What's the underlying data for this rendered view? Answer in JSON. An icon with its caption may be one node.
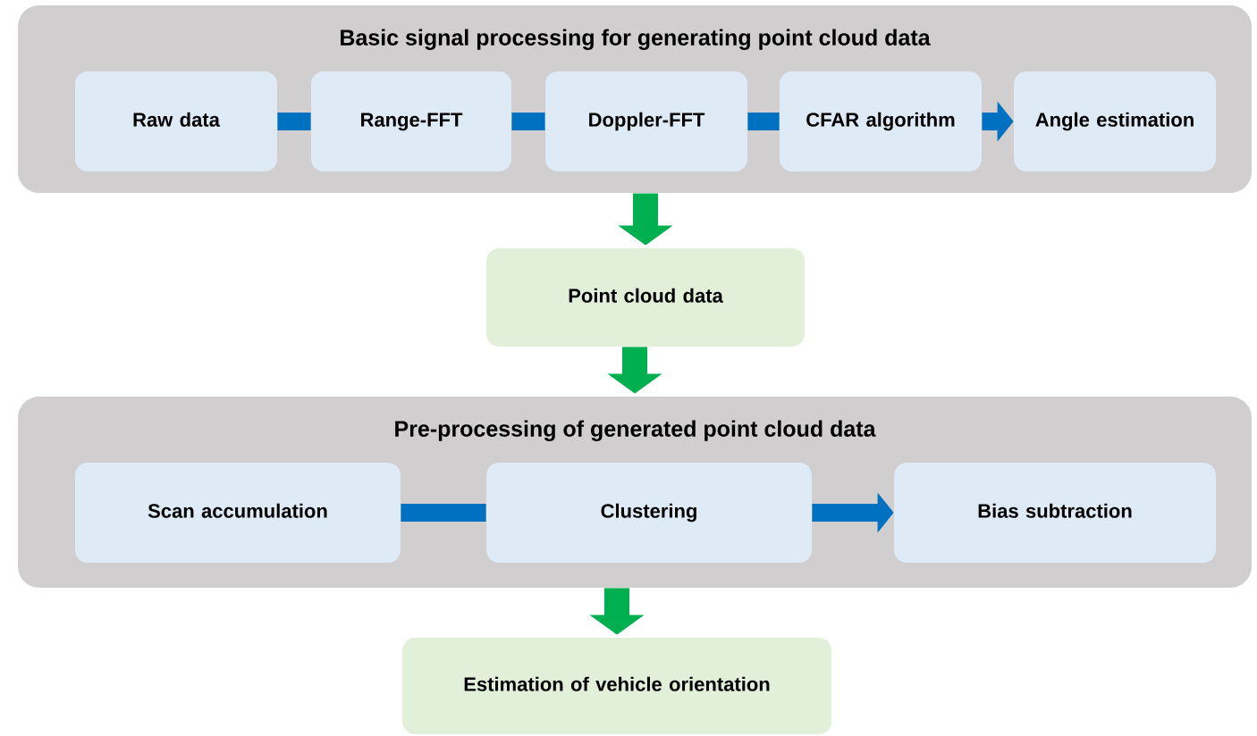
{
  "diagram": {
    "nodes": [
      {
        "text": [
          "Basic signal processing for generating point cloud data"
        ]
      },
      {
        "text": [
          "Raw data"
        ],
        "in": 0
      },
      {
        "text": [
          "Range-FFT"
        ],
        "in": 0
      },
      {
        "text": [
          "Doppler-FFT"
        ],
        "in": 0
      },
      {
        "text": [
          "CFAR algorithm"
        ],
        "in": 0
      },
      {
        "text": [
          "Angle estimation"
        ],
        "in": 0
      },
      {
        "text": [
          "Point cloud data"
        ]
      },
      {
        "text": [
          "Pre-processing of generated point cloud data"
        ]
      },
      {
        "text": [
          "Scan accumulation"
        ],
        "in": 7
      },
      {
        "text": [
          "Clustering"
        ],
        "in": 7
      },
      {
        "text": [
          "Bias subtraction"
        ],
        "in": 7
      },
      {
        "text": [
          "Estimation of vehicle orientation"
        ]
      }
    ],
    "edges": [
      {
        "from": 1,
        "to": 2,
        "arrow": "none"
      },
      {
        "from": 2,
        "to": 3,
        "arrow": "none"
      },
      {
        "from": 3,
        "to": 4,
        "arrow": "none"
      },
      {
        "from": 4,
        "to": 5,
        "arrow": "to"
      },
      {
        "from": 0,
        "to": 6,
        "arrow": "to",
        "color": "#00b050"
      },
      {
        "from": 6,
        "to": 7,
        "arrow": "to",
        "color": "#00b050"
      },
      {
        "from": 8,
        "to": 9,
        "arrow": "none"
      },
      {
        "from": 9,
        "to": 10,
        "arrow": "to"
      },
      {
        "from": 7,
        "to": 11,
        "arrow": "to",
        "color": "#00b050"
      }
    ]
  }
}
